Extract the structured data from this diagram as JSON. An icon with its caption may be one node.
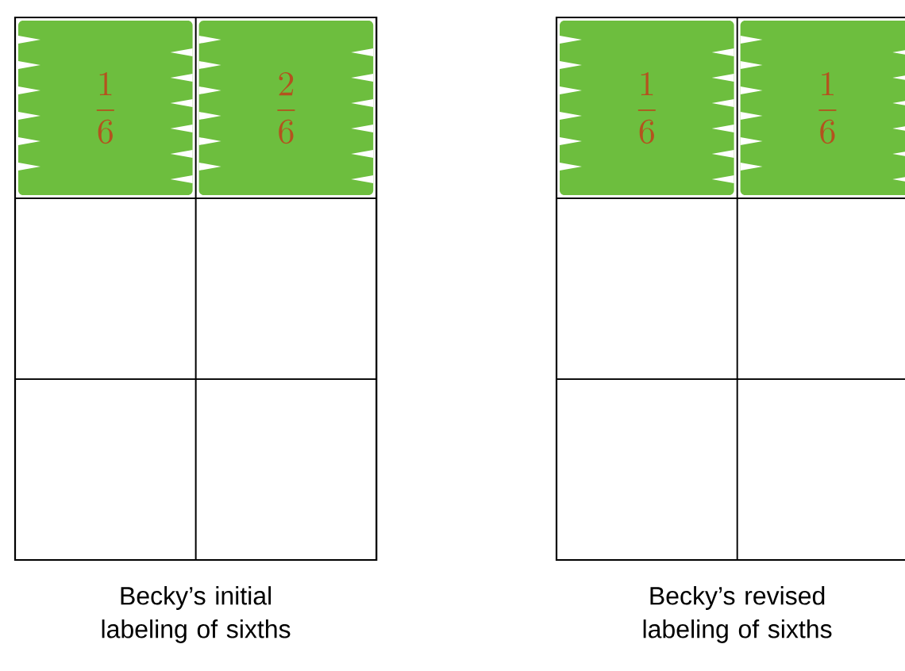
{
  "diagram": {
    "nodes": [
      {
        "text": [
          "Becky’s initial labeling of sixths"
        ]
      },
      {
        "text": [
          "\\frac{1}{6}"
        ],
        "in": 0
      },
      {
        "text": [
          "\\frac{2}{6}"
        ],
        "in": 0
      },
      {
        "text": [],
        "shape": "box",
        "in": 0
      },
      {
        "text": [],
        "shape": "box",
        "in": 0
      },
      {
        "text": [],
        "shape": "box",
        "in": 0
      },
      {
        "text": [],
        "shape": "box",
        "in": 0
      },
      {
        "text": [
          "Becky’s revised labeling of sixths"
        ]
      },
      {
        "text": [
          "\\frac{1}{6}"
        ],
        "in": 7
      },
      {
        "text": [
          "\\frac{1}{6}"
        ],
        "in": 7
      },
      {
        "text": [],
        "shape": "box",
        "in": 7
      },
      {
        "text": [],
        "shape": "box",
        "in": 7
      },
      {
        "text": [],
        "shape": "box",
        "in": 7
      },
      {
        "text": [],
        "shape": "box",
        "in": 7
      }
    ]
  }
}
